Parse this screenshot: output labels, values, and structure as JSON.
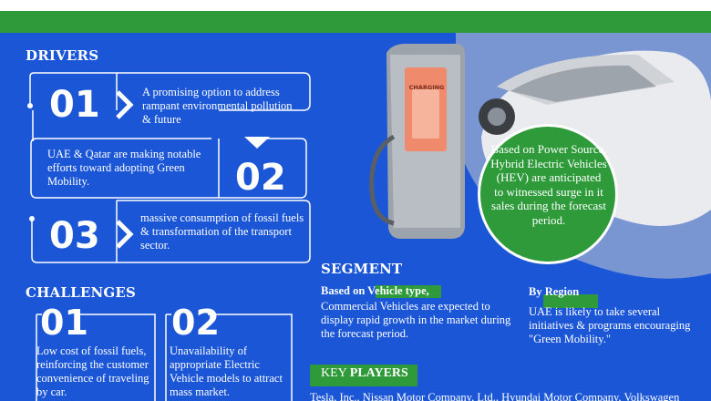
{
  "drivers": {
    "heading": "DRIVERS",
    "items": [
      {
        "num": "01",
        "text": "A promising option to address rampant environmental pollution & future"
      },
      {
        "num": "02",
        "text": "UAE & Qatar are making notable efforts toward adopting Green Mobility."
      },
      {
        "num": "03",
        "text": "massive consumption of fossil fuels & transformation of the transport sector."
      }
    ]
  },
  "challenges": {
    "heading": "CHALLENGES",
    "items": [
      {
        "num": "01",
        "text": "Low cost of fossil fuels, reinforcing the customer convenience of traveling by car."
      },
      {
        "num": "02",
        "text": "Unavailability of appropriate Electric Vehicle models to attract mass market."
      }
    ]
  },
  "charger": {
    "screen_label": "CHARGING"
  },
  "highlight": {
    "text": "Based on Power Source, Hybrid Electric Vehicles (HEV) are anticipated to witnessed surge in it sales during the forecast period."
  },
  "segment": {
    "heading": "SEGMENT",
    "vehicle_lead": "Based on Vehicle type,",
    "vehicle_text": "Commercial Vehicles are expected to display rapid growth in the market during the forecast period.",
    "region_heading": "By Region",
    "region_text": "UAE is likely to take several initiatives & programs encouraging \"Green Mobility.\""
  },
  "key_players": {
    "key": "KEY",
    "players": "PLAYERS",
    "list": "Tesla, Inc., Nissan Motor Company, Ltd., Hyundai Motor Company, Volkswagen"
  },
  "colors": {
    "background": "#1a56d6",
    "accent_green": "#2e9a3a",
    "white": "#ffffff"
  }
}
